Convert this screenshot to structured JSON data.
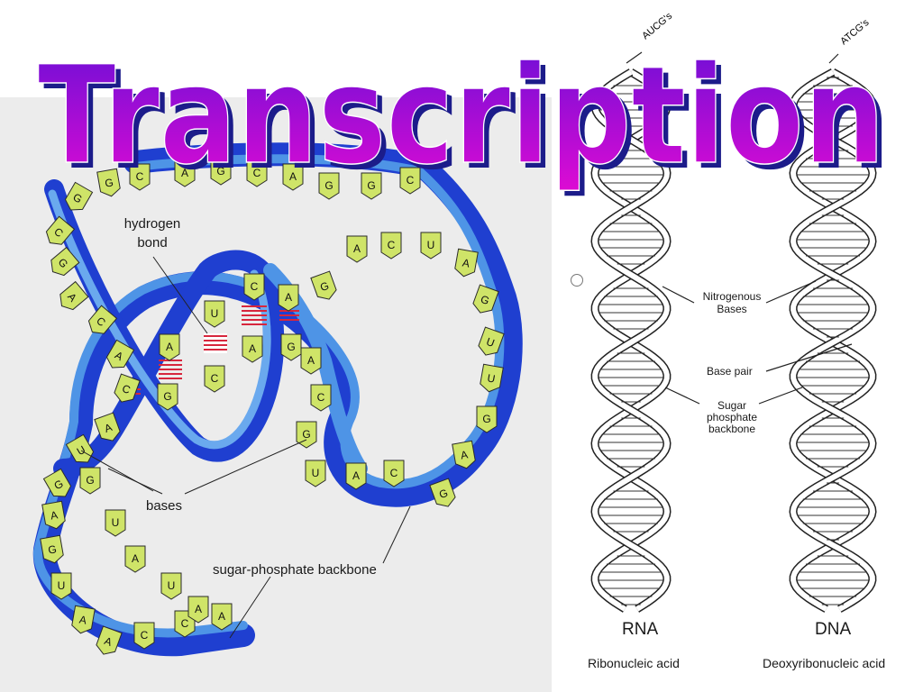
{
  "title": "Transcription",
  "left_diagram": {
    "labels": {
      "hydrogen_bond": [
        "hydrogen",
        "bond"
      ],
      "bases": "bases",
      "backbone": "sugar-phosphate backbone"
    },
    "bases": [
      "G",
      "C",
      "A",
      "G",
      "C",
      "A",
      "G",
      "G",
      "C",
      "G",
      "C",
      "G",
      "A",
      "C",
      "A",
      "C",
      "A",
      "U",
      "G",
      "A",
      "G",
      "U",
      "A",
      "A",
      "C",
      "C",
      "A",
      "G",
      "A",
      "C",
      "G",
      "A",
      "C",
      "U",
      "A",
      "G",
      "U",
      "U",
      "G",
      "A",
      "G",
      "C",
      "A",
      "U",
      "G",
      "A",
      "C",
      "U",
      "A",
      "C",
      "A",
      "G",
      "G",
      "U",
      "A",
      "U",
      "A"
    ],
    "colors": {
      "backbone_dark": "#1f3fd0",
      "backbone_light": "#4e94e6",
      "base_fill": "#cfe468",
      "hbond": "#d7263d"
    }
  },
  "right_diagram": {
    "labels": {
      "rna_top": "AUCG's",
      "dna_top": "ATCG's",
      "nitrogenous": [
        "Nitrogenous",
        "Bases"
      ],
      "base_pair": "Base pair",
      "sugar": [
        "Sugar",
        "phosphate",
        "backbone"
      ],
      "rna": "RNA",
      "dna": "DNA",
      "rna_full": "Ribonucleic acid",
      "dna_full": "Deoxyribonucleic acid"
    }
  },
  "colors": {
    "title_top": "#6a0fd6",
    "title_bottom": "#e00bd3",
    "title_shadow": "#1c1c8a"
  }
}
